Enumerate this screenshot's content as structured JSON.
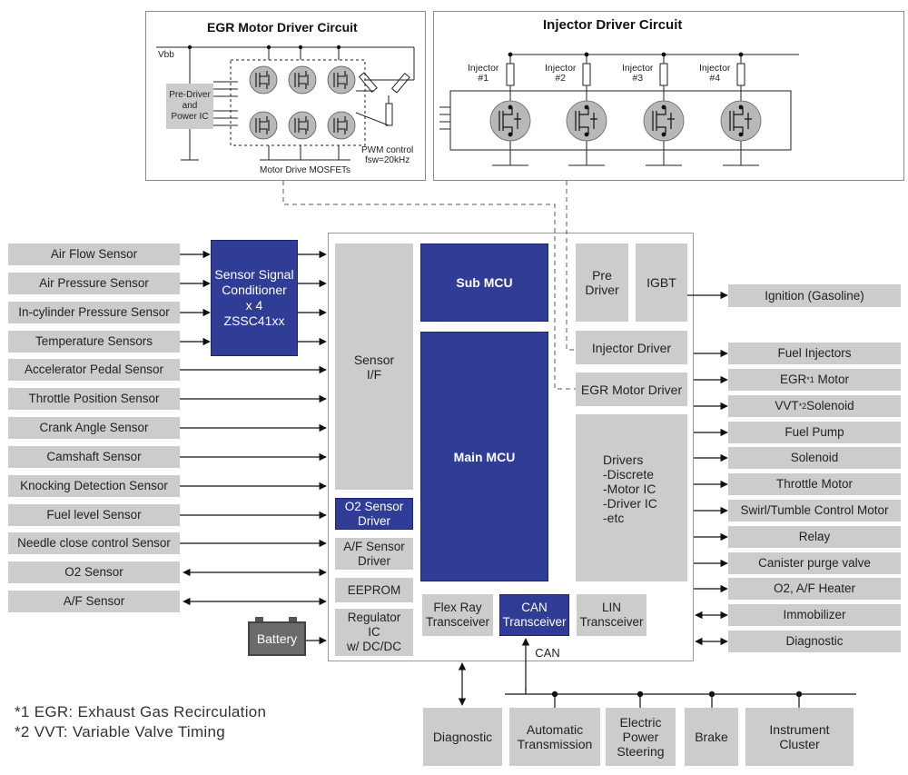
{
  "egr_circuit": {
    "title": "EGR Motor Driver Circuit",
    "vbb_label": "Vbb",
    "predriver_label": "Pre-Driver\nand\nPower IC",
    "mosfets_label": "Motor Drive MOSFETs",
    "pwm_label": "PWM control\nfsw=20kHz"
  },
  "injector_circuit": {
    "title": "Injector Driver Circuit",
    "injectors": [
      "Injector\n#1",
      "Injector\n#2",
      "Injector\n#3",
      "Injector\n#4"
    ]
  },
  "sensors_left": [
    "Air Flow Sensor",
    "Air Pressure Sensor",
    "In-cylinder Pressure Sensor",
    "Temperature Sensors",
    "Accelerator Pedal Sensor",
    "Throttle Position Sensor",
    "Crank Angle Sensor",
    "Camshaft Sensor",
    "Knocking Detection Sensor",
    "Fuel level Sensor",
    "Needle close control Sensor",
    "O2 Sensor",
    "A/F Sensor"
  ],
  "signal_conditioner": {
    "label": "Sensor Signal\nConditioner\nx 4\nZSSC41xx"
  },
  "battery": {
    "label": "Battery"
  },
  "ecu": {
    "sensor_if": "Sensor\nI/F",
    "o2_driver": "O2 Sensor\nDriver",
    "af_driver": "A/F Sensor\nDriver",
    "eeprom": "EEPROM",
    "regulator": "Regulator\nIC\nw/ DC/DC",
    "sub_mcu": "Sub MCU",
    "main_mcu": "Main MCU",
    "pre_driver": "Pre\nDriver",
    "igbt": "IGBT",
    "injector_driver": "Injector Driver",
    "egr_motor_driver": "EGR Motor Driver",
    "drivers": "Drivers\n-Discrete\n-Motor IC\n-Driver IC\n-etc",
    "flexray": "Flex Ray\nTransceiver",
    "can": "CAN\nTransceiver",
    "lin": "LIN\nTransceiver",
    "can_bus_label": "CAN"
  },
  "outputs_right": {
    "ignition": "Ignition (Gasoline)",
    "fuel_injectors": "Fuel Injectors",
    "egr_motor_main": "EGR",
    "egr_motor_sup": "*1",
    "egr_motor_rest": " Motor",
    "vvt_main": "VVT",
    "vvt_sup": "*2",
    "vvt_rest": "Solenoid",
    "fuel_pump": "Fuel Pump",
    "solenoid": "Solenoid",
    "throttle_motor": "Throttle Motor",
    "swirl": "Swirl/Tumble Control Motor",
    "relay": "Relay",
    "canister": "Canister purge valve",
    "heater": "O2, A/F Heater",
    "immobilizer": "Immobilizer",
    "diagnostic": "Diagnostic"
  },
  "bottom_nodes": {
    "diagnostic": "Diagnostic",
    "automatic_transmission": "Automatic\nTransmission",
    "electric_power_steering": "Electric\nPower\nSteering",
    "brake": "Brake",
    "instrument_cluster": "Instrument\nCluster"
  },
  "footnotes": {
    "note1": "*1 EGR: Exhaust Gas Recirculation",
    "note2": "*2 VVT: Variable Valve Timing"
  }
}
